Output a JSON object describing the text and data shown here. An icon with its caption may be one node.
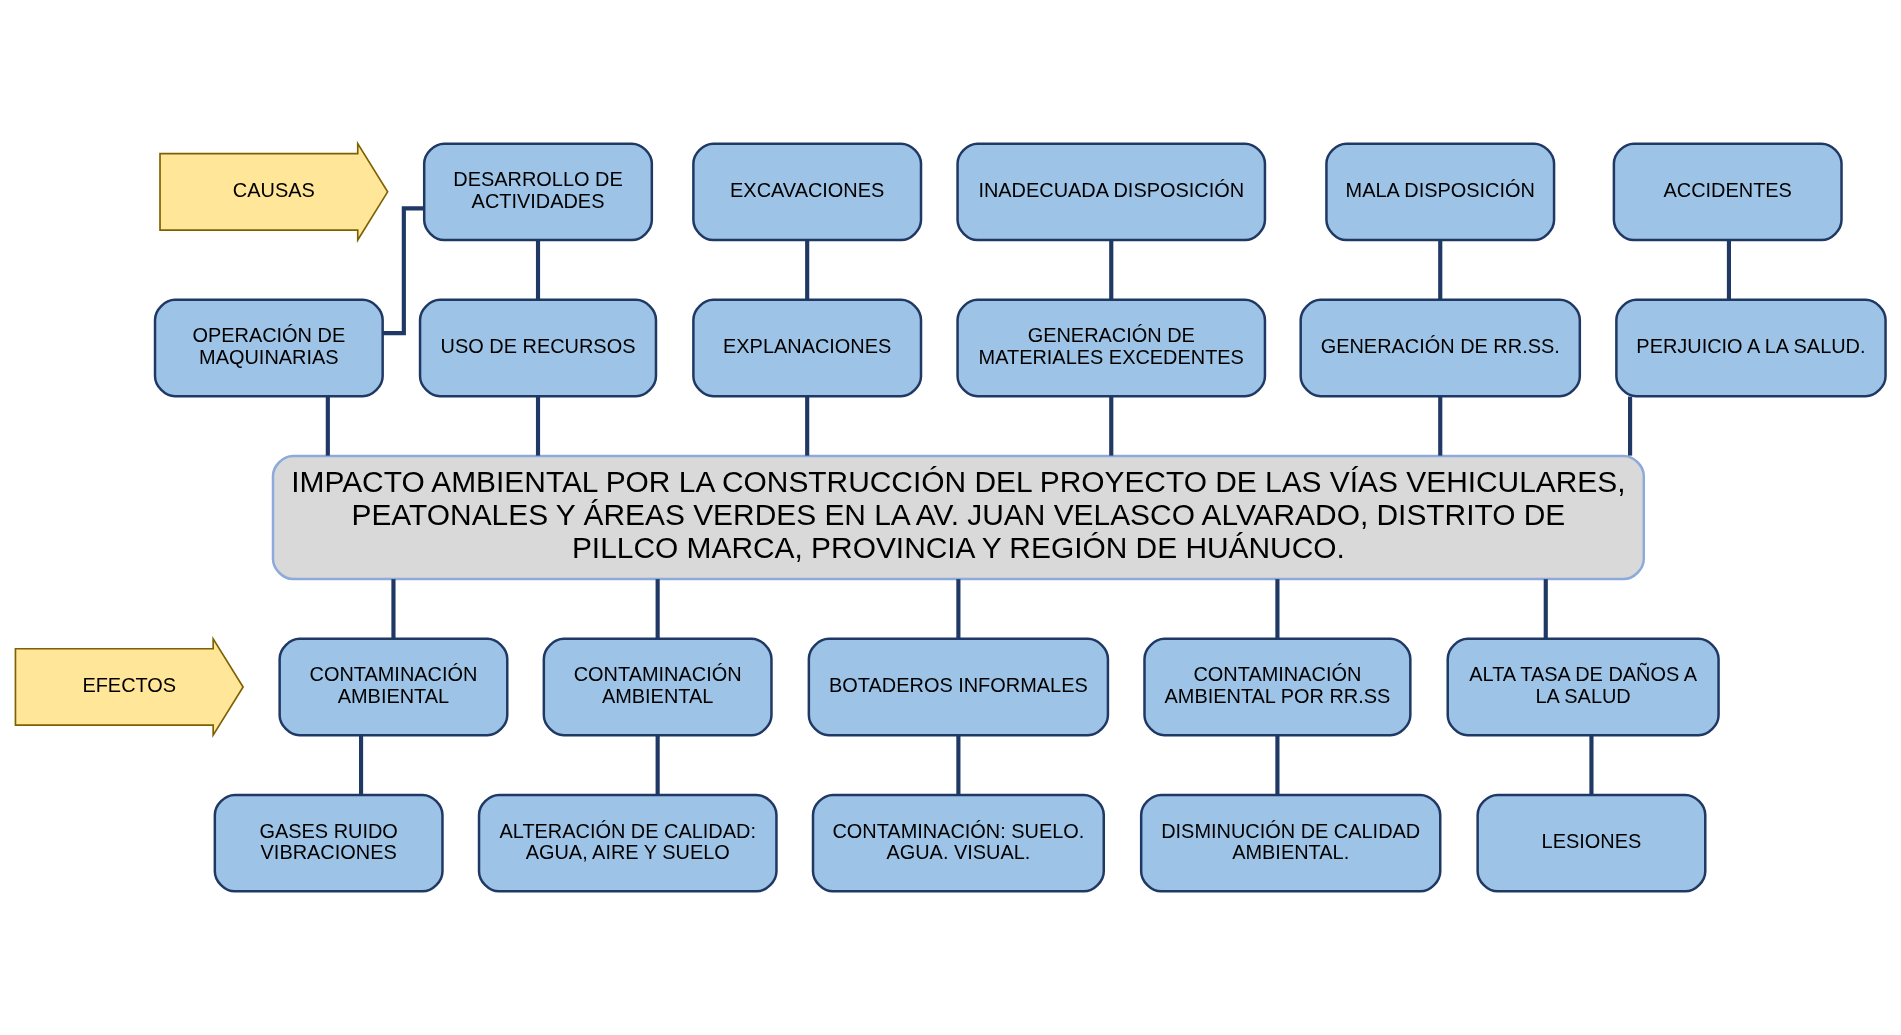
{
  "diagram": {
    "nodes": [
      {
        "text": [
          "DESARROLLO DE ACTIVIDADES"
        ]
      },
      {
        "text": [
          "EXCAVACIONES"
        ]
      },
      {
        "text": [
          "INADECUADA DISPOSICIÓN"
        ]
      },
      {
        "text": [
          "MALA DISPOSICIÓN"
        ]
      },
      {
        "text": [
          "ACCIDENTES"
        ]
      },
      {
        "text": [
          "CAUSAS"
        ]
      },
      {
        "text": [
          "OPERACIÓN DE MAQUINARIAS"
        ]
      },
      {
        "text": [
          "USO DE RECURSOS"
        ]
      },
      {
        "text": [
          "EXPLANACIONES"
        ]
      },
      {
        "text": [
          "GENERACIÓN DE MATERIALES EXCEDENTES"
        ]
      },
      {
        "text": [
          "GENERACIÓN DE RR.SS."
        ]
      },
      {
        "text": [
          "PERJUICIO A LA SALUD."
        ]
      },
      {
        "text": [
          "IMPACTO AMBIENTAL POR LA CONSTRUCCIÓN DEL PROYECTO DE LAS VÍAS VEHICULARES, PEATONALES Y ÁREAS VERDES EN LA AV. JUAN VELASCO ALVARADO, DISTRITO DE PILLCO MARCA, PROVINCIA Y REGIÓN DE HUÁNUCO."
        ]
      },
      {
        "text": [
          "CONTAMINACIÓN AMBIENTAL"
        ]
      },
      {
        "text": [
          "CONTAMINACIÓN AMBIENTAL"
        ]
      },
      {
        "text": [
          "BOTADEROS INFORMALES"
        ]
      },
      {
        "text": [
          "CONTAMINACIÓN AMBIENTAL POR RR.SS"
        ]
      },
      {
        "text": [
          "ALTA TASA DE DAÑOS A LA SALUD"
        ]
      },
      {
        "text": [
          "EFECTOS"
        ]
      },
      {
        "text": [
          "GASES RUIDO VIBRACIONES"
        ]
      },
      {
        "text": [
          "ALTERACIÓN DE CALIDAD: AGUA, AIRE Y SUELO"
        ]
      },
      {
        "text": [
          "CONTAMINACIÓN: SUELO. AGUA. VISUAL."
        ]
      },
      {
        "text": [
          "DISMINUCIÓN DE CALIDAD AMBIENTAL."
        ]
      },
      {
        "text": [
          "LESIONES"
        ]
      }
    ],
    "edges": [
      {
        "from": 0,
        "to": 6,
        "arrow": "none"
      },
      {
        "from": 0,
        "to": 7,
        "arrow": "none"
      },
      {
        "from": 1,
        "to": 8,
        "arrow": "none"
      },
      {
        "from": 2,
        "to": 9,
        "arrow": "none"
      },
      {
        "from": 3,
        "to": 10,
        "arrow": "none"
      },
      {
        "from": 4,
        "to": 11,
        "arrow": "none"
      },
      {
        "from": 6,
        "to": 12,
        "arrow": "none"
      },
      {
        "from": 7,
        "to": 12,
        "arrow": "none"
      },
      {
        "from": 8,
        "to": 12,
        "arrow": "none"
      },
      {
        "from": 9,
        "to": 12,
        "arrow": "none"
      },
      {
        "from": 10,
        "to": 12,
        "arrow": "none"
      },
      {
        "from": 11,
        "to": 12,
        "arrow": "none"
      },
      {
        "from": 12,
        "to": 13,
        "arrow": "none"
      },
      {
        "from": 12,
        "to": 14,
        "arrow": "none"
      },
      {
        "from": 12,
        "to": 15,
        "arrow": "none"
      },
      {
        "from": 12,
        "to": 16,
        "arrow": "none"
      },
      {
        "from": 12,
        "to": 17,
        "arrow": "none"
      },
      {
        "from": 13,
        "to": 19,
        "arrow": "none"
      },
      {
        "from": 14,
        "to": 20,
        "arrow": "none"
      },
      {
        "from": 15,
        "to": 21,
        "arrow": "none"
      },
      {
        "from": 16,
        "to": 22,
        "arrow": "none"
      },
      {
        "from": 17,
        "to": 23,
        "arrow": "none"
      }
    ]
  }
}
